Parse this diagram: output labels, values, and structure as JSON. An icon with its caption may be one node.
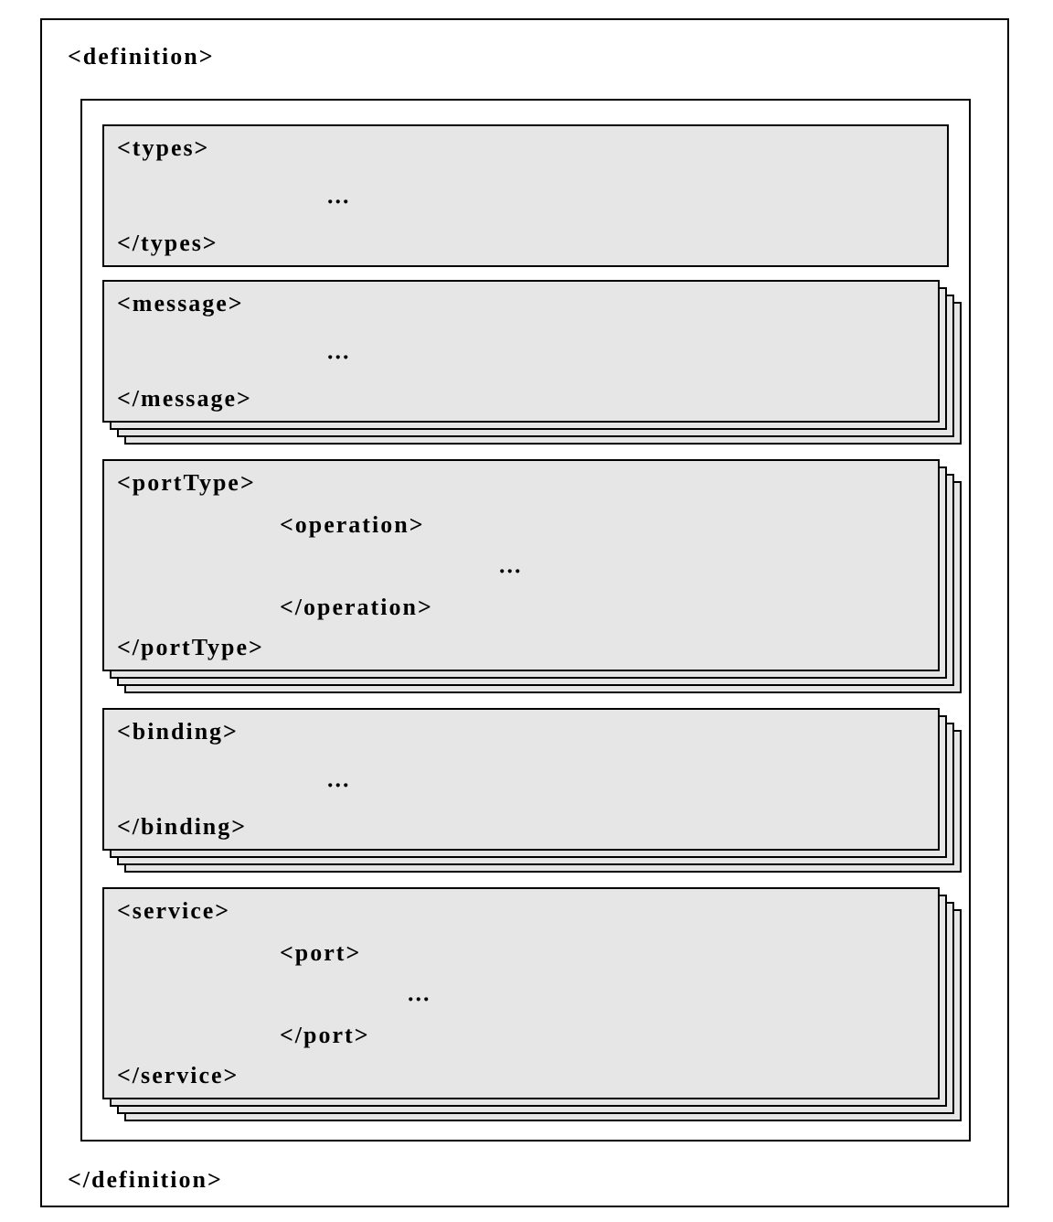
{
  "diagram": {
    "nodes": [
      {
        "text": [
          "<definition>",
          "</definition>"
        ]
      },
      {
        "text": [],
        "shape": "box",
        "in": 0
      },
      {
        "text": [
          "<types>",
          "...",
          "</types>"
        ],
        "in": 1
      },
      {
        "text": [
          "<message>",
          "...",
          "</message>"
        ],
        "in": 1
      },
      {
        "text": [
          "<portType>",
          "<operation>",
          "...",
          "</operation>",
          "</portType>"
        ],
        "in": 1
      },
      {
        "text": [
          "<binding>",
          "...",
          "</binding>"
        ],
        "in": 1
      },
      {
        "text": [
          "<service>",
          "<port>",
          "...",
          "</port>",
          "</service>"
        ],
        "in": 1
      }
    ]
  }
}
